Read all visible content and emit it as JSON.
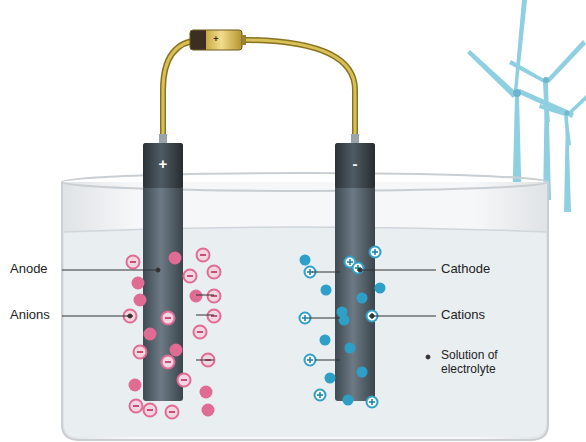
{
  "diagram": {
    "labels": [
      "+",
      "+",
      "-",
      "Anode",
      "Anions",
      "Cathode",
      "Cations",
      "Solution of electrolyte"
    ]
  }
}
